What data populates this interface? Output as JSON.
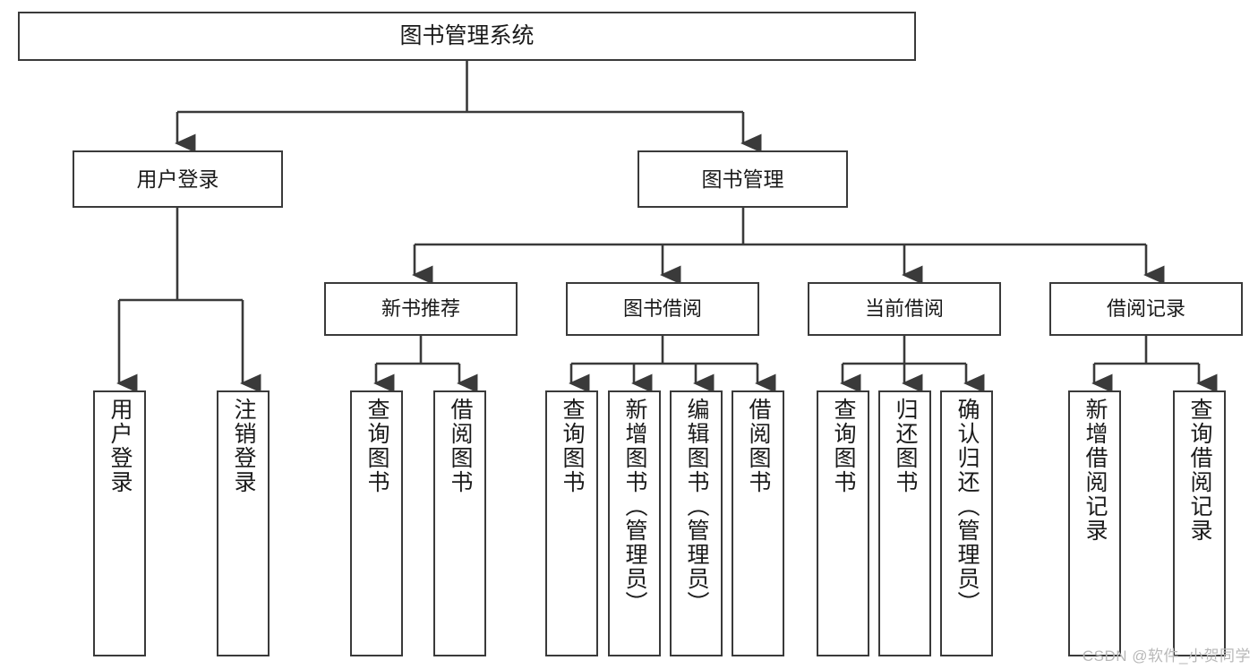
{
  "diagram": {
    "title": "图书管理系统",
    "watermark": "CSDN @软件_小贺同学",
    "line_color": "#3a3a3a",
    "box_fill": "#ffffff",
    "text_color": "#1a1a1a",
    "watermark_color": "#b8b8b8"
  },
  "nodes": {
    "root": {
      "label": "图书管理系统"
    },
    "level2": [
      {
        "label": "用户登录"
      },
      {
        "label": "图书管理"
      }
    ],
    "level3": [
      {
        "label": "新书推荐"
      },
      {
        "label": "图书借阅"
      },
      {
        "label": "当前借阅"
      },
      {
        "label": "借阅记录"
      }
    ],
    "leaves": {
      "user_login": [
        {
          "label": "用户登录"
        },
        {
          "label": "注销登录"
        }
      ],
      "new_book_recommend": [
        {
          "label": "查询图书"
        },
        {
          "label": "借阅图书"
        }
      ],
      "book_borrow": [
        {
          "label": "查询图书"
        },
        {
          "label": "新增图书（管理员）"
        },
        {
          "label": "编辑图书（管理员）"
        },
        {
          "label": "借阅图书"
        }
      ],
      "current_borrow": [
        {
          "label": "查询图书"
        },
        {
          "label": "归还图书"
        },
        {
          "label": "确认归还（管理员）"
        }
      ],
      "borrow_record": [
        {
          "label": "新增借阅记录"
        },
        {
          "label": "查询借阅记录"
        }
      ]
    }
  }
}
